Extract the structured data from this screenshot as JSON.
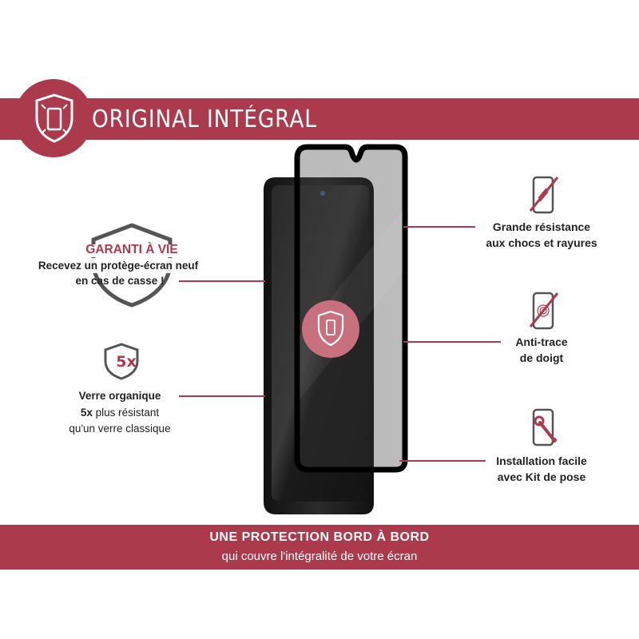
{
  "header": {
    "title": "ORIGINAL INTÉGRAL"
  },
  "left": {
    "warranty": {
      "title": "GARANTI À VIE",
      "line1": "Recevez un protège-écran neuf",
      "line2": "en cas de casse !"
    },
    "organic": {
      "badge": "5x",
      "title": "Verre organique",
      "line2_bold": "5x",
      "line2_rest": " plus résistant",
      "line3": "qu'un verre classique"
    }
  },
  "right": {
    "resistance": {
      "line1": "Grande résistance",
      "line2": "aux chocs et rayures"
    },
    "antitrace": {
      "line1": "Anti-trace",
      "line2": "de doigt"
    },
    "install": {
      "line1": "Installation facile",
      "line2": "avec Kit de pose"
    }
  },
  "footer": {
    "title": "UNE PROTECTION BORD À BORD",
    "subtitle": "qui couvre l'intégralité de votre écran"
  },
  "colors": {
    "accent": "#ab3a4d",
    "text": "#222222"
  },
  "icons": [
    "shield-phone-icon",
    "shield-outline-icon",
    "shield-5x-icon",
    "phone-scratch-icon",
    "phone-fingerprint-icon",
    "phone-wrench-icon"
  ]
}
